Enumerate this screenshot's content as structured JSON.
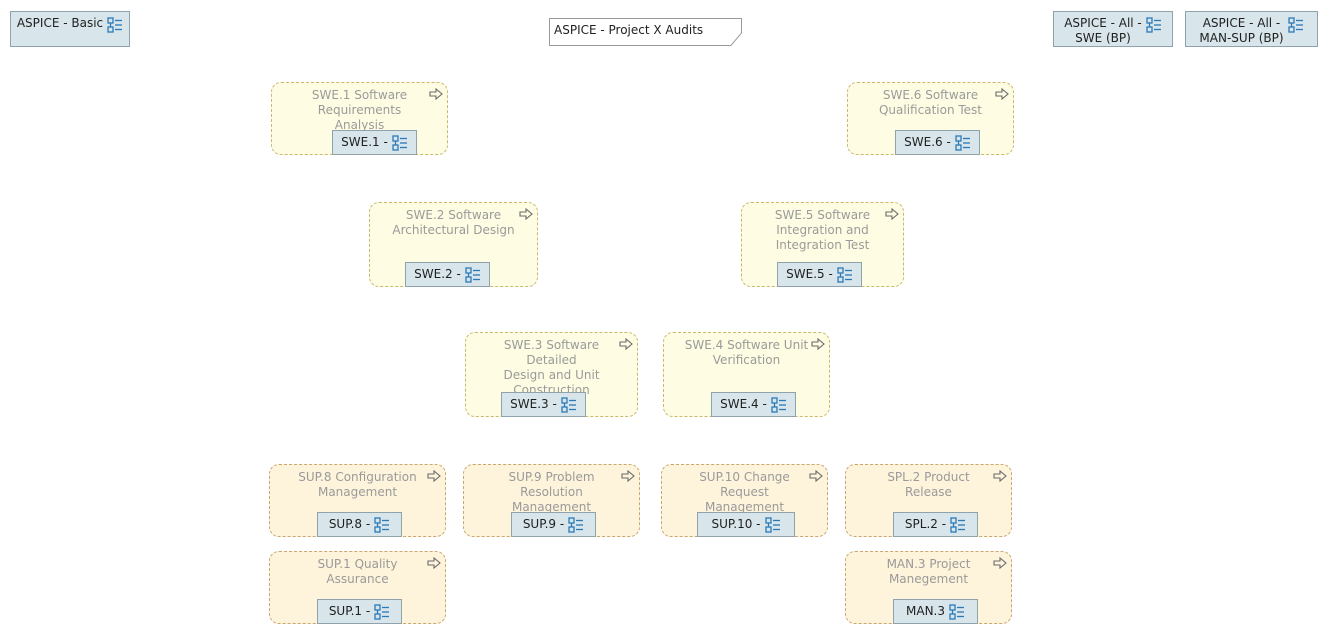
{
  "nav": {
    "basic": "ASPICE - Basic",
    "all_swe": "ASPICE - All -\nSWE (BP)",
    "all_man_sup": "ASPICE - All -\nMAN-SUP (BP)"
  },
  "diagram_title": "ASPICE - Project X Audits",
  "processes": {
    "swe1": {
      "title": "SWE.1 Software\nRequirements Analysis",
      "id": "SWE.1 -"
    },
    "swe2": {
      "title": "SWE.2 Software\nArchitectural Design",
      "id": "SWE.2 -"
    },
    "swe3": {
      "title": "SWE.3 Software Detailed\nDesign and Unit\nConstruction",
      "id": "SWE.3 -"
    },
    "swe4": {
      "title": "SWE.4 Software Unit\nVerification",
      "id": "SWE.4 -"
    },
    "swe5": {
      "title": "SWE.5 Software\nIntegration and\nIntegration Test",
      "id": "SWE.5 -"
    },
    "swe6": {
      "title": "SWE.6 Software\nQualification Test",
      "id": "SWE.6 -"
    },
    "sup8": {
      "title": "SUP.8 Configuration\nManagement",
      "id": "SUP.8 -"
    },
    "sup9": {
      "title": "SUP.9 Problem Resolution\nManagement",
      "id": "SUP.9 -"
    },
    "sup10": {
      "title": "SUP.10 Change Request\nManagement",
      "id": "SUP.10 -"
    },
    "spl2": {
      "title": "SPL.2 Product Release",
      "id": "SPL.2 -"
    },
    "sup1": {
      "title": "SUP.1 Quality Assurance",
      "id": "SUP.1 -"
    },
    "man3": {
      "title": "MAN.3 Project\nManegement",
      "id": "MAN.3"
    }
  },
  "icons": {
    "link": "diagram-link-icon",
    "navigate": "navigate-arrow-icon"
  },
  "colors": {
    "button_bg": "#d8e6ec",
    "swe_bg": "#fefde3",
    "sup_bg": "#fef4dc",
    "icon_blue": "#2a7ab8"
  }
}
